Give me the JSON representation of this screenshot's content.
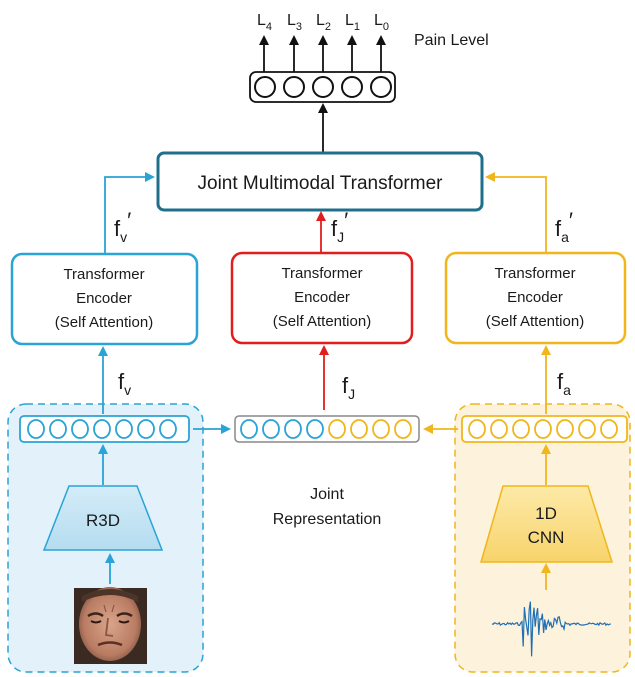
{
  "colors": {
    "video": "#2aa3d6",
    "joint": "#e11d1d",
    "audio": "#f0b61b",
    "transformer_border": "#1f6f8b",
    "video_panel_bg": "#e2f1fa",
    "audio_panel_bg": "#fdf3dc"
  },
  "output": {
    "title": "Pain Level",
    "levels": [
      {
        "base": "L",
        "sub": "4"
      },
      {
        "base": "L",
        "sub": "3"
      },
      {
        "base": "L",
        "sub": "2"
      },
      {
        "base": "L",
        "sub": "1"
      },
      {
        "base": "L",
        "sub": "0"
      }
    ]
  },
  "joint_transformer": {
    "label": "Joint Multimodal Transformer"
  },
  "encoders": [
    {
      "id": "video",
      "lines": [
        "Transformer",
        "Encoder",
        "(Self Attention)"
      ],
      "out_base": "f",
      "out_sub": "v",
      "prime": "′"
    },
    {
      "id": "joint",
      "lines": [
        "Transformer",
        "Encoder",
        "(Self Attention)"
      ],
      "out_base": "f",
      "out_sub": "J",
      "prime": "′"
    },
    {
      "id": "audio",
      "lines": [
        "Transformer",
        "Encoder",
        "(Self Attention)"
      ],
      "out_base": "f",
      "out_sub": "a",
      "prime": "′"
    }
  ],
  "features": {
    "video": {
      "base": "f",
      "sub": "v"
    },
    "joint": {
      "base": "f",
      "sub": "J"
    },
    "audio": {
      "base": "f",
      "sub": "a"
    }
  },
  "backbones": {
    "video": {
      "label": "R3D",
      "icon": "face-image"
    },
    "audio": {
      "label_lines": [
        "1D",
        "CNN"
      ],
      "icon": "waveform"
    }
  },
  "joint_representation": {
    "lines": [
      "Joint",
      "Representation"
    ]
  }
}
